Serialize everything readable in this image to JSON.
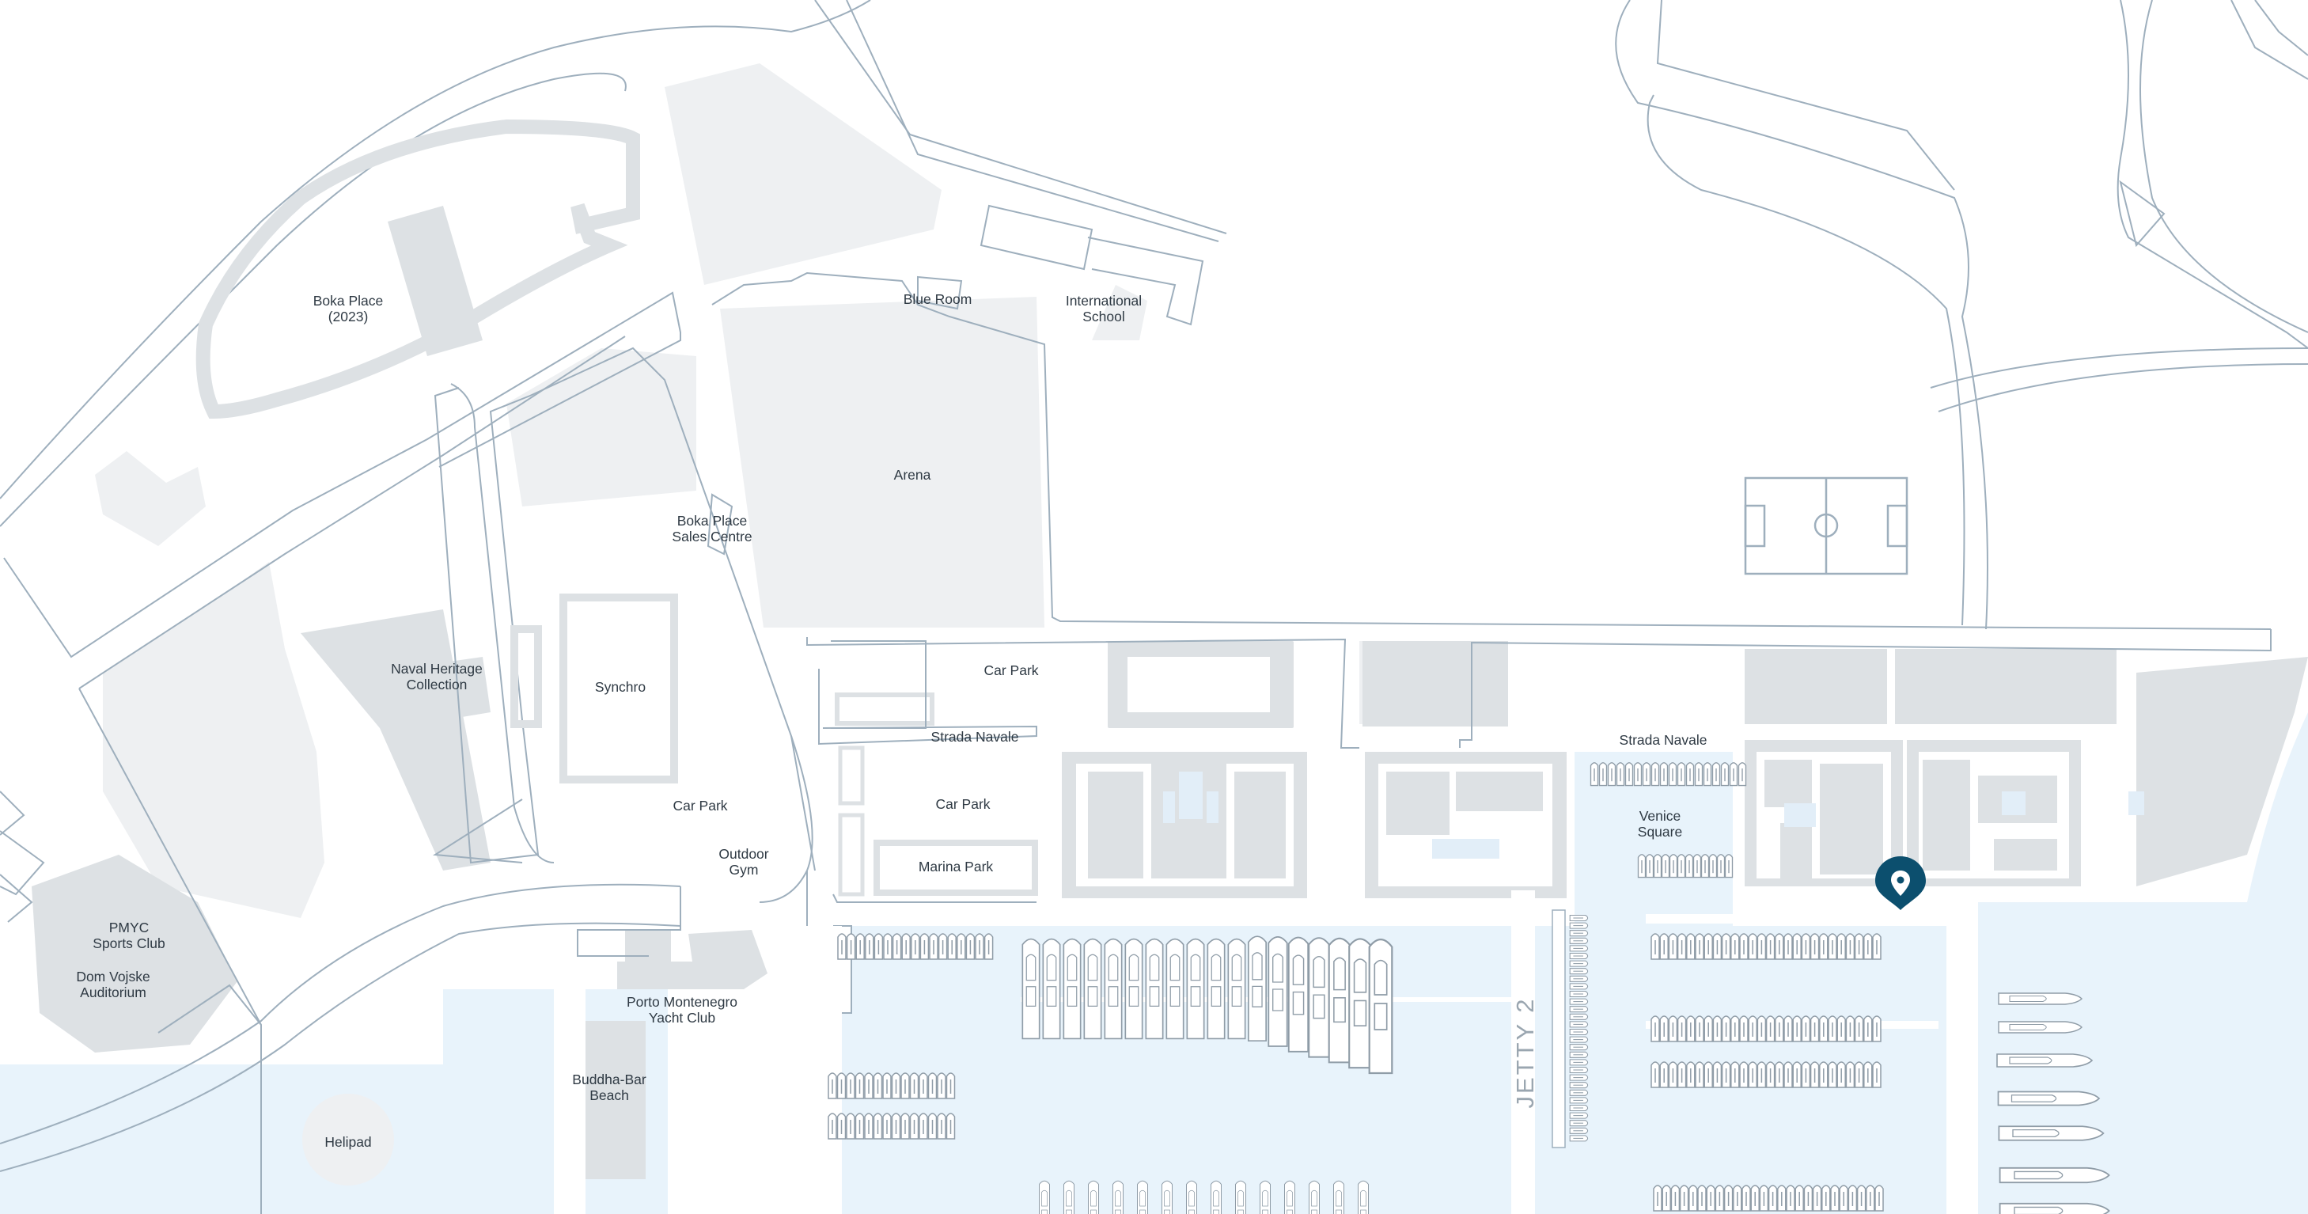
{
  "map": {
    "labels": {
      "boka_place_2023": "Boka Place\n(2023)",
      "blue_room": "Blue Room",
      "international_school": "International\nSchool",
      "arena": "Arena",
      "boka_place_sales_centre": "Boka Place\nSales Centre",
      "naval_heritage_collection": "Naval Heritage\nCollection",
      "synchro": "Synchro",
      "car_park_1": "Car Park",
      "car_park_2": "Car Park",
      "car_park_3": "Car Park",
      "strada_navale_1": "Strada Navale",
      "strada_navale_2": "Strada Navale",
      "outdoor_gym": "Outdoor\nGym",
      "marina_park": "Marina Park",
      "venice_square": "Venice\nSquare",
      "pmyc_sports_club": "PMYC\nSports Club",
      "dom_vojske_auditorium": "Dom Vojske\nAuditorium",
      "porto_montenegro_yacht_club": "Porto Montenegro\nYacht Club",
      "buddha_bar_beach": "Buddha-Bar\nBeach",
      "helipad": "Helipad",
      "jetty_2": "JETTY 2"
    },
    "icons": {
      "location_pin": "map-pin-icon"
    },
    "colors": {
      "background": "#ffffff",
      "water": "#e8f3fb",
      "road_outline": "#9eafbd",
      "block_fill": "#dde1e4",
      "light_fill": "#eef0f2",
      "boat": "#8f9ca7",
      "pin": "#0c4f6e"
    }
  }
}
